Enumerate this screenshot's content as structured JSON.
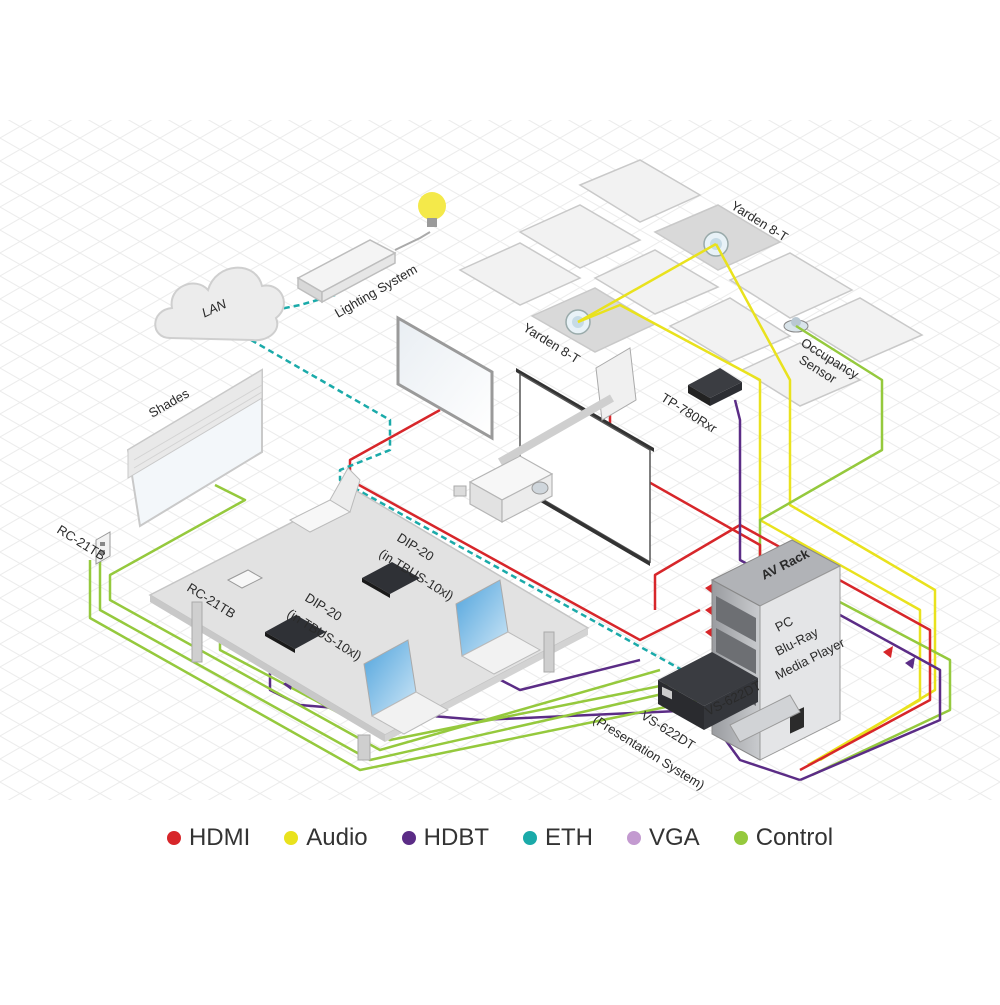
{
  "labels": {
    "lan": "LAN",
    "lighting": "Lighting System",
    "yarden_top": "Yarden 8-T",
    "yarden_left": "Yarden 8-T",
    "occupancy": [
      "Occupancy",
      "Sensor"
    ],
    "tp780": "TP-780Rxr",
    "shades": "Shades",
    "rc21tb_wall": "RC-21TB",
    "rc21tb_table": "RC-21TB",
    "dip20_a": [
      "DIP-20",
      "(in TBUS-10xl)"
    ],
    "dip20_b": [
      "DIP-20",
      "(in TBUS-10xl)"
    ],
    "av_rack": "AV Rack",
    "rack_items": [
      "PC",
      "Blu-Ray",
      "Media Player"
    ],
    "vs622dt_label": [
      "VS-622DT",
      "(Presentation System)"
    ],
    "vs622dt_front": "VS-622DT"
  },
  "legend": [
    {
      "label": "HDMI",
      "color": "#d7262a"
    },
    {
      "label": "Audio",
      "color": "#e9e21d"
    },
    {
      "label": "HDBT",
      "color": "#5b2c86"
    },
    {
      "label": "ETH",
      "color": "#1aaaa9"
    },
    {
      "label": "VGA",
      "color": "#c39ad0"
    },
    {
      "label": "Control",
      "color": "#95c93d"
    }
  ],
  "colors": {
    "hdmi": "#d7262a",
    "audio": "#e9e21d",
    "hdbt": "#5b2c86",
    "eth": "#1aaaa9",
    "vga": "#c39ad0",
    "control": "#95c93d",
    "grid": "#e6e6e6"
  },
  "icons": {
    "lan": "cloud-icon",
    "lighting": "light-bulb-icon",
    "av_rack": "server-rack-icon",
    "laptop": "laptop-icon",
    "projector": "projector-icon"
  }
}
